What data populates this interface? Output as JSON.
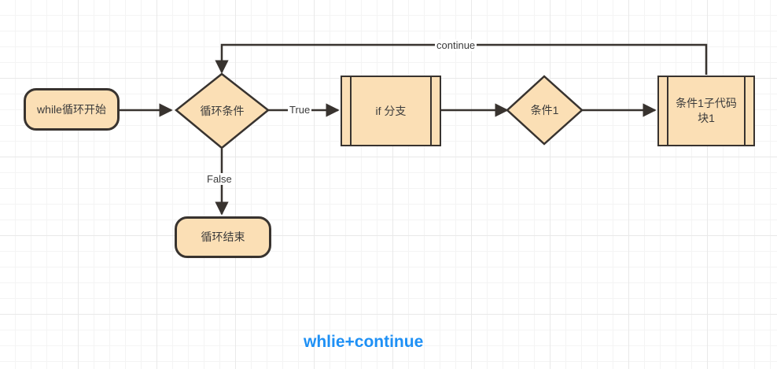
{
  "diagram": {
    "title": "whlie+continue",
    "title_color": "#1e90f5",
    "node_fill": "#fbdfb5",
    "node_stroke": "#38332f",
    "nodes": [
      {
        "id": "start",
        "shape": "terminator",
        "label": "while循环开始"
      },
      {
        "id": "loopcond",
        "shape": "decision",
        "label": "循环条件"
      },
      {
        "id": "ifbranch",
        "shape": "predefined",
        "label": "if 分支"
      },
      {
        "id": "cond1",
        "shape": "decision",
        "label": "条件1"
      },
      {
        "id": "block1",
        "shape": "predefined",
        "label": "条件1子代码块1"
      },
      {
        "id": "end",
        "shape": "terminator",
        "label": "循环结束"
      }
    ],
    "edges": [
      {
        "from": "start",
        "to": "loopcond",
        "label": ""
      },
      {
        "from": "loopcond",
        "to": "ifbranch",
        "label": "True"
      },
      {
        "from": "loopcond",
        "to": "end",
        "label": "False"
      },
      {
        "from": "ifbranch",
        "to": "cond1",
        "label": ""
      },
      {
        "from": "cond1",
        "to": "block1",
        "label": ""
      },
      {
        "from": "block1",
        "to": "loopcond",
        "label": "continue"
      }
    ],
    "labels": {
      "true": "True",
      "false": "False",
      "continue": "continue"
    }
  }
}
